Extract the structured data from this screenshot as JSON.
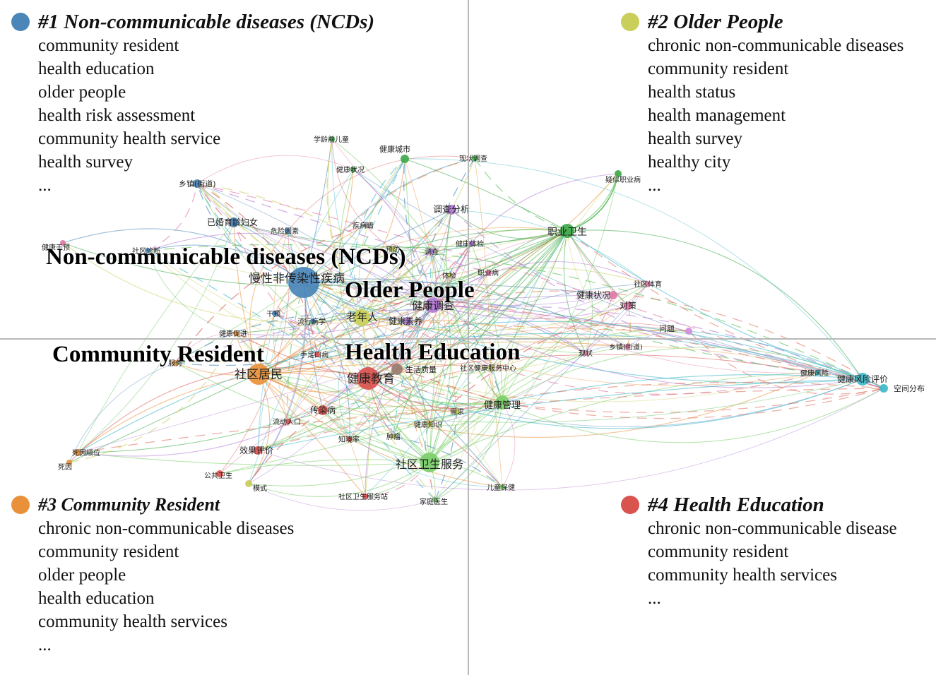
{
  "colors": {
    "cluster1": "#4a86b8",
    "cluster2": "#c9cf5a",
    "cluster3": "#e8913a",
    "cluster4": "#d9534f",
    "green": "#5cbf5c",
    "purple": "#b27ad6",
    "pink": "#e07aa8",
    "cyan": "#3fb8c9"
  },
  "clusters": [
    {
      "title": "#1 Non-communicable diseases (NCDs)",
      "color": "#4a86b8",
      "items": [
        "community resident",
        "health education",
        "older people",
        "health risk assessment",
        "community health service",
        "health survey",
        "..."
      ]
    },
    {
      "title": "#2 Older People",
      "color": "#c9cf5a",
      "items": [
        "chronic non-communicable diseases",
        "community resident",
        "health status",
        "health management",
        "health survey",
        "healthy city",
        "..."
      ]
    },
    {
      "title": "#3 Community Resident",
      "color": "#e8913a",
      "items": [
        "chronic non-communicable diseases",
        "community resident",
        "older people",
        "health education",
        "community health services",
        "..."
      ]
    },
    {
      "title": "#4 Health Education",
      "color": "#d9534f",
      "items": [
        "chronic non-communicable disease",
        "community resident",
        "community health services",
        "..."
      ]
    }
  ],
  "overlay_labels": {
    "ncds": "Non-communicable diseases (NCDs)",
    "older": "Older People",
    "community": "Community Resident",
    "education": "Health Education"
  },
  "nodes": [
    {
      "id": "慢性非传染性疾病",
      "color": "#4a86b8",
      "size": 22
    },
    {
      "id": "老年人",
      "color": "#c9cf5a",
      "size": 12
    },
    {
      "id": "社区居民",
      "color": "#e8913a",
      "size": 15
    },
    {
      "id": "健康教育",
      "color": "#d9534f",
      "size": 16
    },
    {
      "id": "社区卫生服务",
      "color": "#7ccf6a",
      "size": 14
    },
    {
      "id": "职业卫生",
      "color": "#3eaa4a",
      "size": 10
    },
    {
      "id": "健康调查",
      "color": "#b27ad6",
      "size": 11
    },
    {
      "id": "健康管理",
      "color": "#7ccf6a",
      "size": 10
    },
    {
      "id": "健康风险评价",
      "color": "#3fb8c9",
      "size": 9
    },
    {
      "id": "已婚育龄妇女",
      "color": "#4a86b8",
      "size": 7
    },
    {
      "id": "乡镇(街道)",
      "color": "#4a86b8",
      "size": 6
    },
    {
      "id": "调查分析",
      "color": "#b27ad6",
      "size": 7
    },
    {
      "id": "健康城市",
      "color": "#3eaa4a",
      "size": 6
    },
    {
      "id": "传染病",
      "color": "#d9534f",
      "size": 7
    },
    {
      "id": "效果评价",
      "color": "#d9534f",
      "size": 6
    },
    {
      "id": "健康素养",
      "color": "#b27ad6",
      "size": 6
    },
    {
      "id": "生活质量",
      "color": "#9a7b6f",
      "size": 8
    },
    {
      "id": "对策",
      "color": "#e07aa8",
      "size": 6
    },
    {
      "id": "健康状况",
      "color": "#e07aa8",
      "size": 6
    },
    {
      "id": "问题",
      "color": "#d48ce0",
      "size": 5
    },
    {
      "id": "空间分布",
      "color": "#3fb8c9",
      "size": 6
    },
    {
      "id": "疑似职业病",
      "color": "#3eaa4a",
      "size": 5
    },
    {
      "id": "公共卫生",
      "color": "#d9534f",
      "size": 5
    },
    {
      "id": "模式",
      "color": "#c9cf5a",
      "size": 5
    },
    {
      "id": "死因顺位",
      "color": "#e8913a",
      "size": 5
    },
    {
      "id": "死因",
      "color": "#e8913a",
      "size": 4
    },
    {
      "id": "学龄前儿童",
      "color": "#3eaa4a",
      "size": 4
    },
    {
      "id": "现状调查",
      "color": "#3eaa4a",
      "size": 4
    },
    {
      "id": "健康状况2",
      "color": "#3eaa4a",
      "size": 4
    },
    {
      "id": "疾病谱",
      "color": "#9a9a9a",
      "size": 4
    },
    {
      "id": "危险因素",
      "color": "#4a86b8",
      "size": 4
    },
    {
      "id": "健康干预",
      "color": "#e07aa8",
      "size": 4
    },
    {
      "id": "社区诊断",
      "color": "#4a86b8",
      "size": 4
    },
    {
      "id": "干预",
      "color": "#4a86b8",
      "size": 4
    },
    {
      "id": "流行病学",
      "color": "#4a86b8",
      "size": 4
    },
    {
      "id": "健康促进",
      "color": "#e8913a",
      "size": 4
    },
    {
      "id": "手足口病",
      "color": "#d9534f",
      "size": 4
    },
    {
      "id": "流动人口",
      "color": "#d9534f",
      "size": 4
    },
    {
      "id": "知晓率",
      "color": "#d9534f",
      "size": 4
    },
    {
      "id": "肿瘤",
      "color": "#c9cf5a",
      "size": 4
    },
    {
      "id": "健康知识",
      "color": "#c9cf5a",
      "size": 4
    },
    {
      "id": "需求",
      "color": "#c9cf5a",
      "size": 4
    },
    {
      "id": "社区健康服务中心",
      "color": "#c9cf5a",
      "size": 4
    },
    {
      "id": "社区卫生服务站",
      "color": "#d9534f",
      "size": 4
    },
    {
      "id": "家庭医生",
      "color": "#7ccf6a",
      "size": 4
    },
    {
      "id": "儿童保健",
      "color": "#7ccf6a",
      "size": 4
    },
    {
      "id": "健康体检",
      "color": "#b27ad6",
      "size": 4
    },
    {
      "id": "职业病",
      "color": "#e07aa8",
      "size": 4
    },
    {
      "id": "体检",
      "color": "#c9cf5a",
      "size": 4
    },
    {
      "id": "预防",
      "color": "#c9cf5a",
      "size": 4
    },
    {
      "id": "社区体育",
      "color": "#e07aa8",
      "size": 4
    },
    {
      "id": "乡镇(街道)2",
      "color": "#e07aa8",
      "size": 4
    },
    {
      "id": "健康风险",
      "color": "#3fb8c9",
      "size": 4
    },
    {
      "id": "现状",
      "color": "#e07aa8",
      "size": 4
    },
    {
      "id": "服务",
      "color": "#e8913a",
      "size": 4
    },
    {
      "id": "调查",
      "color": "#b27ad6",
      "size": 4
    }
  ],
  "node_labels": {
    "慢性非传染性疾病": "慢性非传染性疾病",
    "老年人": "老年人",
    "社区居民": "社区居民",
    "健康教育": "健康教育",
    "社区卫生服务": "社区卫生服务",
    "职业卫生": "职业卫生",
    "健康调查": "健康调查",
    "健康管理": "健康管理",
    "健康风险评价": "健康风险评价",
    "已婚育龄妇女": "已婚育龄妇女",
    "乡镇(街道)": "乡镇(街道)",
    "调查分析": "调查分析",
    "健康城市": "健康城市",
    "传染病": "传染病",
    "效果评价": "效果评价",
    "健康素养": "健康素养",
    "生活质量": "生活质量",
    "对策": "对策",
    "健康状况": "健康状况",
    "问题": "问题",
    "空间分布": "空间分布",
    "疑似职业病": "疑似职业病",
    "公共卫生": "公共卫生",
    "模式": "模式",
    "死因顺位": "死因顺位",
    "死因": "死因",
    "学龄前儿童": "学龄前儿童",
    "现状调查": "现状调查",
    "健康状况2": "健康状况",
    "疾病谱": "疾病谱",
    "危险因素": "危险因素",
    "健康干预": "健康干预",
    "社区诊断": "社区诊断",
    "干预": "干预",
    "流行病学": "流行病学",
    "健康促进": "健康促进",
    "手足口病": "手足口病",
    "流动人口": "流动人口",
    "知晓率": "知晓率",
    "肿瘤": "肿瘤",
    "健康知识": "健康知识",
    "需求": "需求",
    "社区健康服务中心": "社区健康服务中心",
    "社区卫生服务站": "社区卫生服务站",
    "家庭医生": "家庭医生",
    "儿童保健": "儿童保健",
    "健康体检": "健康体检",
    "职业病": "职业病",
    "体检": "体检",
    "预防": "预防",
    "社区体育": "社区体育",
    "乡镇(街道)2": "乡镇(街道)",
    "健康风险": "健康风险",
    "现状": "现状",
    "服务": "服务",
    "调查": "调查"
  }
}
